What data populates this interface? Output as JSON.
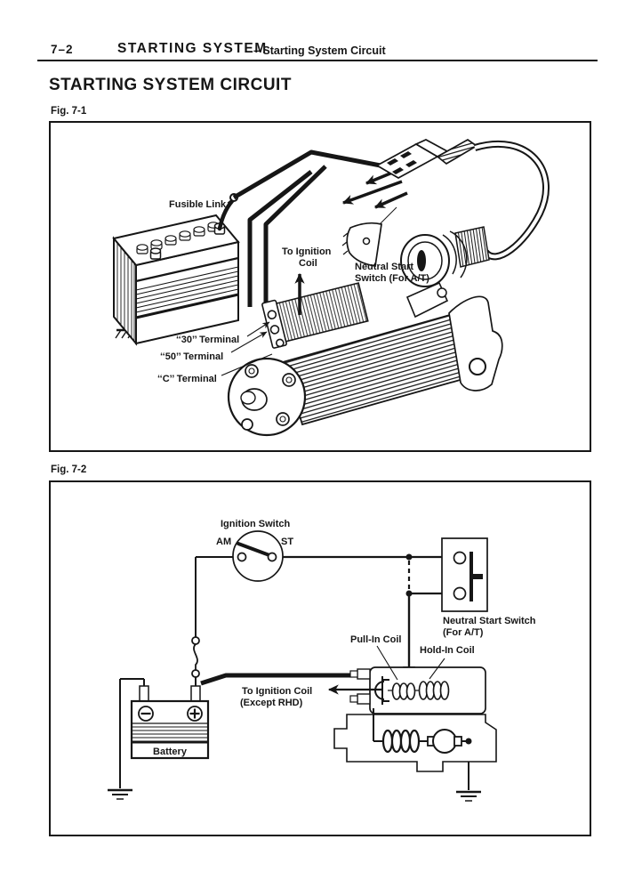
{
  "colors": {
    "ink": "#161616",
    "paper": "#ffffff"
  },
  "header": {
    "page_number": "7–2",
    "section_title": "STARTING SYSTEM",
    "section_subtitle": "– Starting System Circuit"
  },
  "title": "STARTING SYSTEM CIRCUIT",
  "fig1": {
    "caption": "Fig. 7-1",
    "labels": {
      "fusible_link": "Fusible Link",
      "to_ignition_line1": "To Ignition",
      "to_ignition_line2": "Coil",
      "nss_line1": "Neutral Start",
      "nss_line2": "Switch (For A/T)",
      "terminal_30": "‘‘30’’ Terminal",
      "terminal_50": "‘‘50’’ Terminal",
      "terminal_c": "‘‘C’’ Terminal"
    }
  },
  "fig2": {
    "caption": "Fig. 7-2",
    "labels": {
      "ignition_switch": "Ignition Switch",
      "terminal_am": "AM",
      "terminal_st": "ST",
      "nss_line1": "Neutral Start Switch",
      "nss_line2": "(For A/T)",
      "pull_in_coil": "Pull-In Coil",
      "hold_in_coil": "Hold-In Coil",
      "to_ignition_line1": "To Ignition Coil",
      "to_ignition_line2": "(Except RHD)",
      "battery": "Battery"
    }
  }
}
